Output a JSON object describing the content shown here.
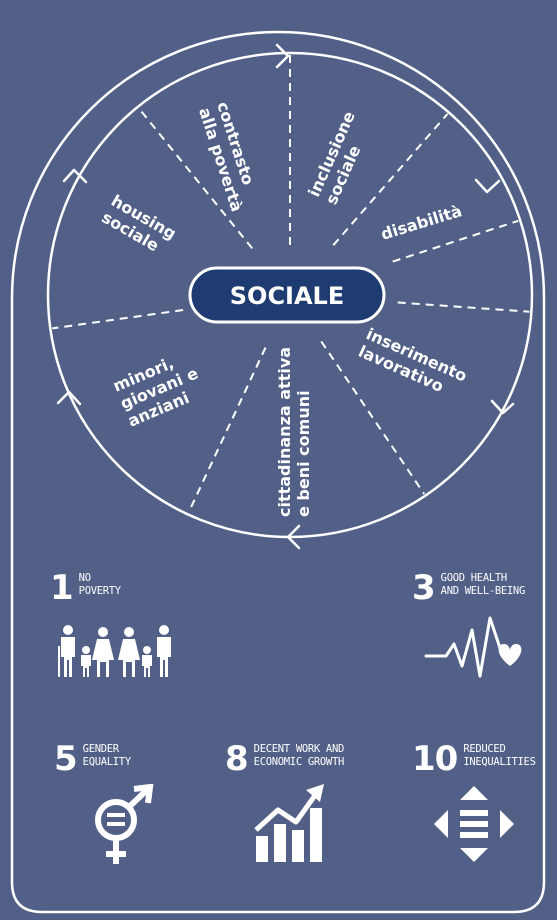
{
  "center": {
    "label": "SOCIALE"
  },
  "segments": [
    {
      "lines": [
        "contrasto",
        "alla povertà"
      ]
    },
    {
      "lines": [
        "inclusione",
        "sociale"
      ]
    },
    {
      "lines": [
        "disabilità"
      ]
    },
    {
      "lines": [
        "inserimento",
        "lavorativo"
      ]
    },
    {
      "lines": [
        "cittadinanza attiva",
        "e beni comuni"
      ]
    },
    {
      "lines": [
        "minori,",
        "giovani e",
        "anziani"
      ]
    },
    {
      "lines": [
        "housing",
        "sociale"
      ]
    }
  ],
  "goals": [
    {
      "number": "1",
      "title_line1": "No",
      "title_line2": "Poverty",
      "icon": "family-icon"
    },
    {
      "number": "3",
      "title_line1": "Good Health",
      "title_line2": "and Well-Being",
      "icon": "heartbeat-icon"
    },
    {
      "number": "5",
      "title_line1": "Gender",
      "title_line2": "Equality",
      "icon": "gender-equality-icon"
    },
    {
      "number": "8",
      "title_line1": "Decent Work and",
      "title_line2": "Economic Growth",
      "icon": "growth-chart-icon"
    },
    {
      "number": "10",
      "title_line1": "Reduced",
      "title_line2": "Inequalities",
      "icon": "equality-arrows-icon"
    }
  ],
  "colors": {
    "background": "#526088",
    "center_pill": "#1e3b72",
    "foreground": "#ffffff"
  }
}
